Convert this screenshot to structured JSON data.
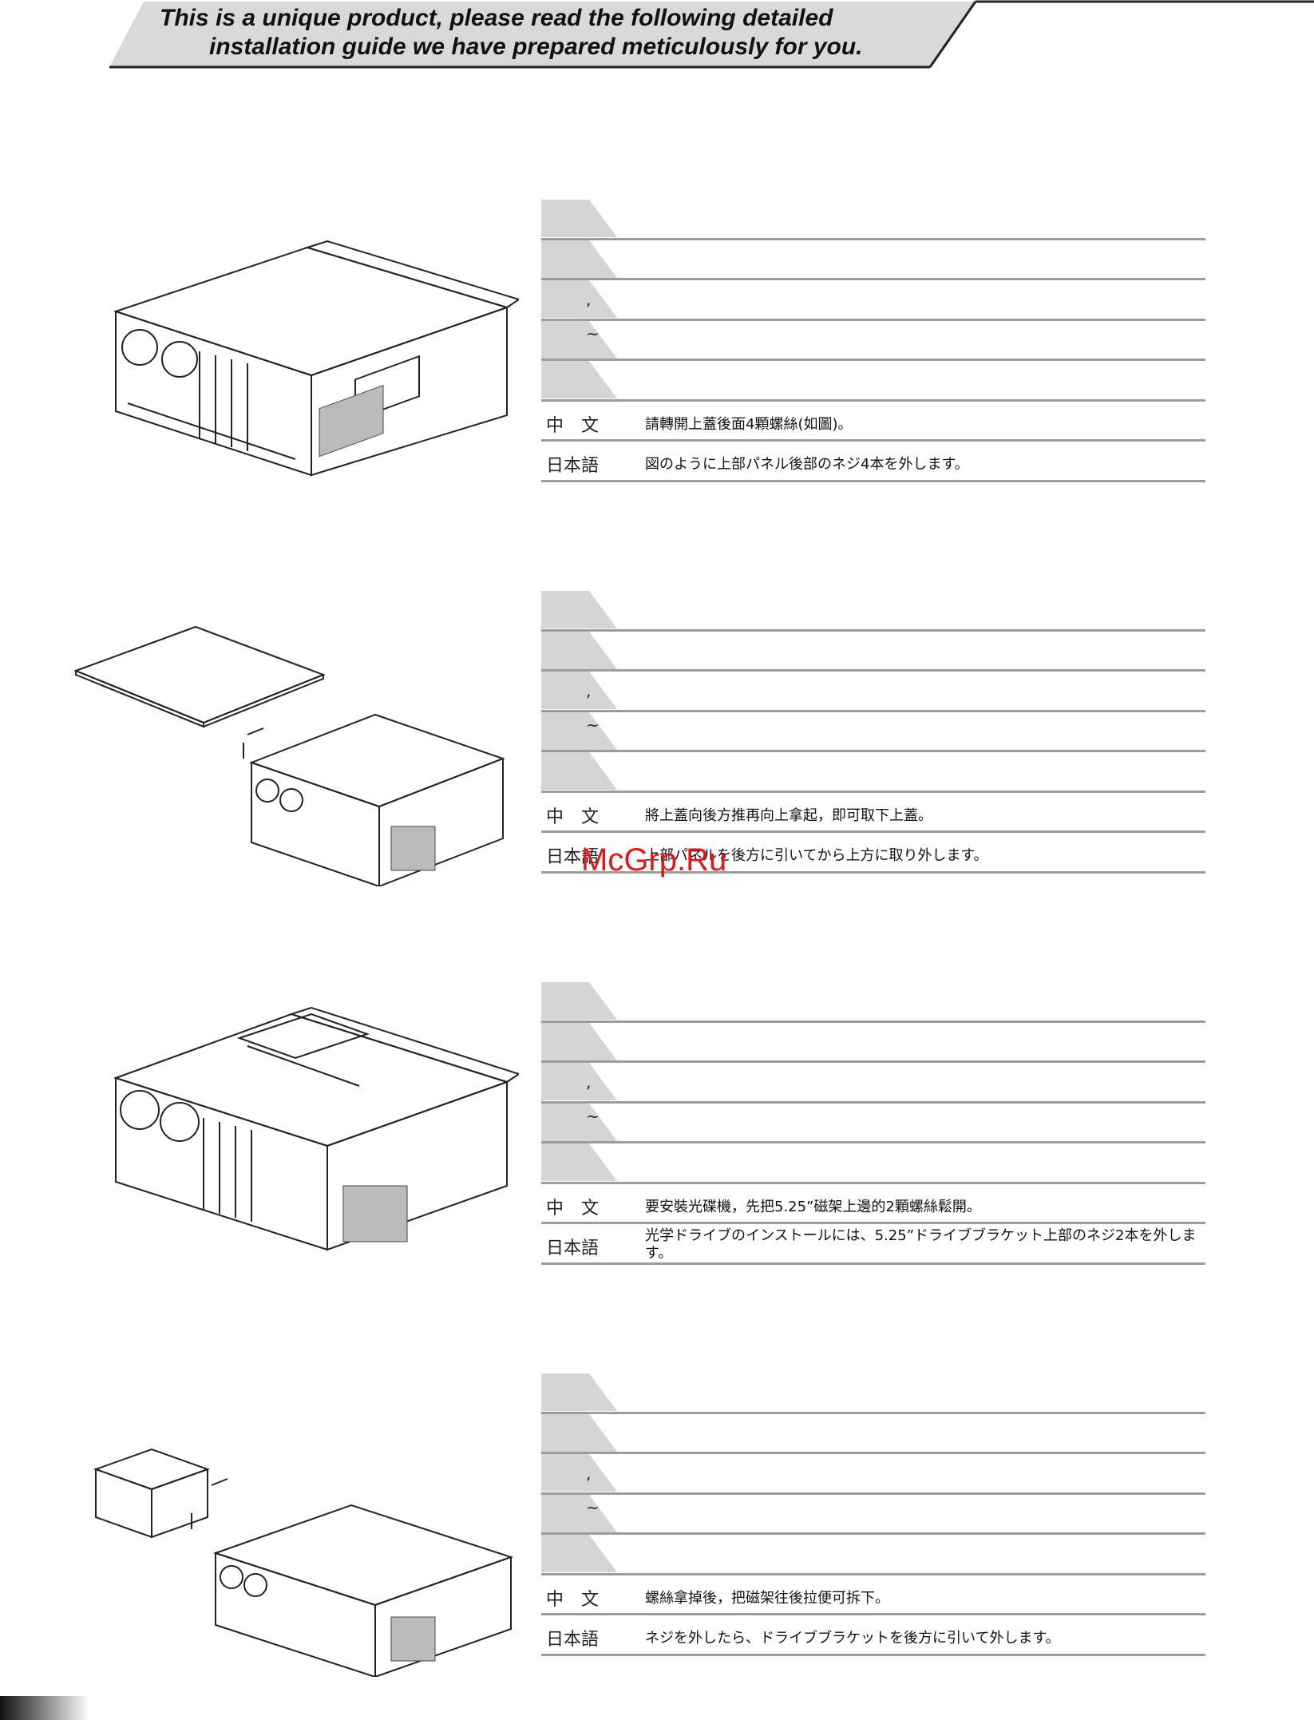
{
  "header": {
    "line1": "This is a unique product, please read the following detailed",
    "line2": "installation guide we have prepared meticulously for you."
  },
  "steps": [
    {
      "mark_comma": ",",
      "mark_tilde": "~",
      "zh_label": "中　文",
      "zh_text": "請轉開上蓋後面4顆螺絲(如圖)。",
      "ja_label": "日本語",
      "ja_text": "図のように上部パネル後部のネジ4本を外します。"
    },
    {
      "mark_comma": ",",
      "mark_tilde": "~",
      "zh_label": "中　文",
      "zh_text": "將上蓋向後方推再向上拿起，即可取下上蓋。",
      "ja_label": "日本語",
      "ja_text": "上部パネルを後方に引いてから上方に取り外します。"
    },
    {
      "mark_comma": ",",
      "mark_tilde": "~",
      "zh_label": "中　文",
      "zh_text": "要安裝光碟機，先把5.25”磁架上邊的2顆螺絲鬆開。",
      "ja_label": "日本語",
      "ja_text": "光学ドライブのインストールには、5.25”ドライブブラケット上部のネジ2本を外します。"
    },
    {
      "mark_comma": ",",
      "mark_tilde": "~",
      "zh_label": "中　文",
      "zh_text": "螺絲拿掉後，把磁架往後拉便可拆下。",
      "ja_label": "日本語",
      "ja_text": "ネジを外したら、ドライブブラケットを後方に引いて外します。"
    }
  ],
  "watermark": "McGrp.Ru"
}
